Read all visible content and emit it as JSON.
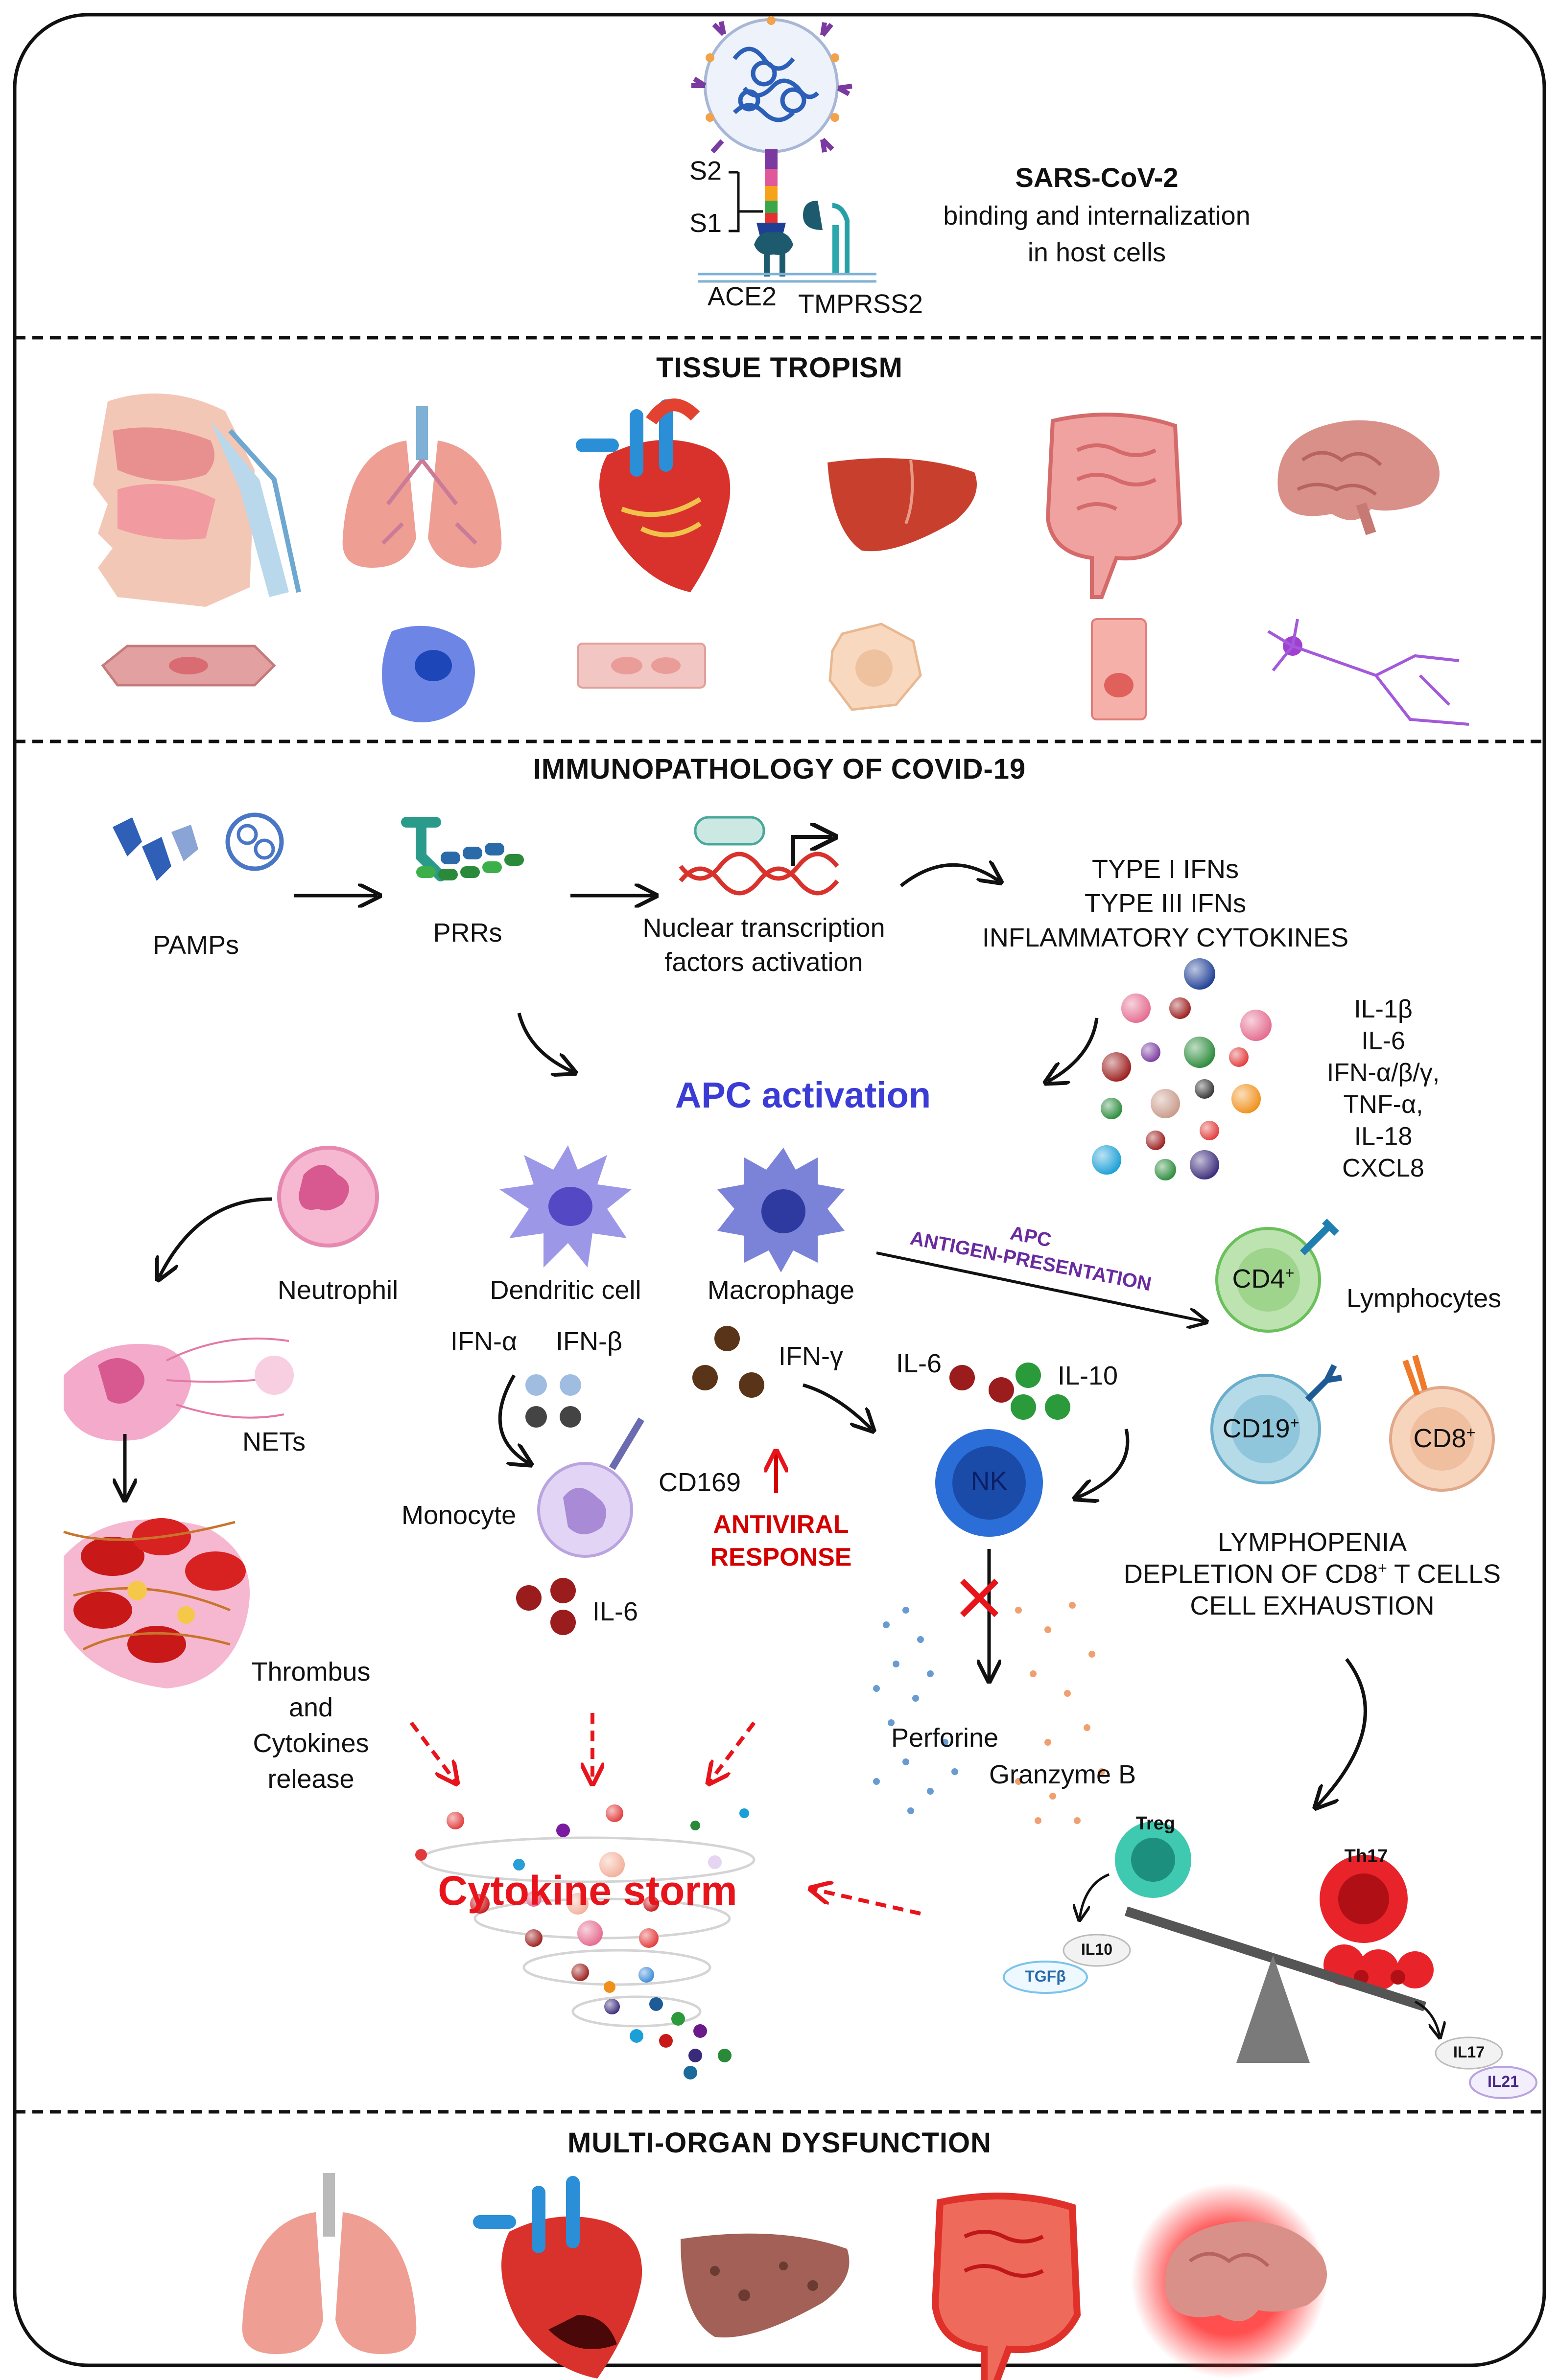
{
  "top": {
    "s2_label": "S2",
    "s1_label": "S1",
    "ace2_label": "ACE2",
    "tmprss2_label": "TMPRSS2",
    "virus_title": "SARS-CoV-2",
    "virus_line2": "binding  and  internalization",
    "virus_line3": "in host cells"
  },
  "tropism": {
    "heading": "TISSUE TROPISM",
    "organs": [
      "nasal-cavity-icon",
      "lungs-icon",
      "heart-icon",
      "liver-icon",
      "intestine-icon",
      "brain-icon"
    ],
    "cells": [
      "epithelial-cell-icon",
      "immune-cell-icon",
      "muscle-cell-icon",
      "hepatocyte-icon",
      "enterocyte-icon",
      "neuron-icon"
    ]
  },
  "immuno": {
    "heading": "IMMUNOPATHOLOGY  OF  COVID-19",
    "pamps": "PAMPs",
    "prrs": "PRRs",
    "ntf_line1": "Nuclear transcription",
    "ntf_line2": "factors activation",
    "ifn_line1": "TYPE I IFNs",
    "ifn_line2": "TYPE III IFNs",
    "ifn_line3": "INFLAMMATORY  CYTOKINES",
    "cytokines": [
      "IL-1β",
      "IL-6",
      "IFN-α/β/γ,",
      "TNF-α,",
      "IL-18",
      "CXCL8"
    ],
    "apc_activation": "APC activation",
    "neutrophil": "Neutrophil",
    "dendritic": "Dendritic cell",
    "macrophage": "Macrophage",
    "apc_presentation_line1": "APC",
    "apc_presentation_line2": "ANTIGEN-PRESENTATION",
    "cd4": "CD4",
    "lymphocytes": "Lymphocytes",
    "cd19": "CD19",
    "cd8": "CD8",
    "nets": "NETs",
    "ifn_alpha": "IFN-α",
    "ifn_beta": "IFN-β",
    "ifn_gamma": "IFN-γ",
    "il6_a": "IL-6",
    "il10": "IL-10",
    "nk": "NK",
    "monocyte": "Monocyte",
    "cd169": "CD169",
    "antiviral_line1": "ANTIVIRAL",
    "antiviral_line2": "RESPONSE",
    "il6_b": "IL-6",
    "lymphopenia_line1": "LYMPHOPENIA",
    "lymphopenia_line2": "DEPLETION OF CD8",
    "lymphopenia_line2_suffix": " T CELLS",
    "lymphopenia_line3": "CELL EXHAUSTION",
    "thrombus_line1": "Thrombus",
    "thrombus_line2": "and",
    "thrombus_line3": "Cytokines",
    "thrombus_line4": "release",
    "perforine": "Perforine",
    "granzyme": "Granzyme  B",
    "cytokine_storm": "Cytokine storm",
    "treg": "Treg",
    "th17": "Th17",
    "il10_small": "IL10",
    "tgfb": "TGFβ",
    "il17": "IL17",
    "il21": "IL21",
    "plus_sign": "+"
  },
  "multi": {
    "heading": "MULTI-ORGAN  DYSFUNCTION",
    "organs": [
      "damaged-lungs-icon",
      "damaged-heart-icon",
      "damaged-liver-icon",
      "inflamed-intestine-icon",
      "inflamed-brain-icon"
    ]
  },
  "colors": {
    "apc_blue": "#3b3bd6",
    "storm_red": "#e8141c",
    "antiviral_red": "#d40000",
    "apc_purple": "#6a2aa0",
    "dash": "#111111"
  }
}
